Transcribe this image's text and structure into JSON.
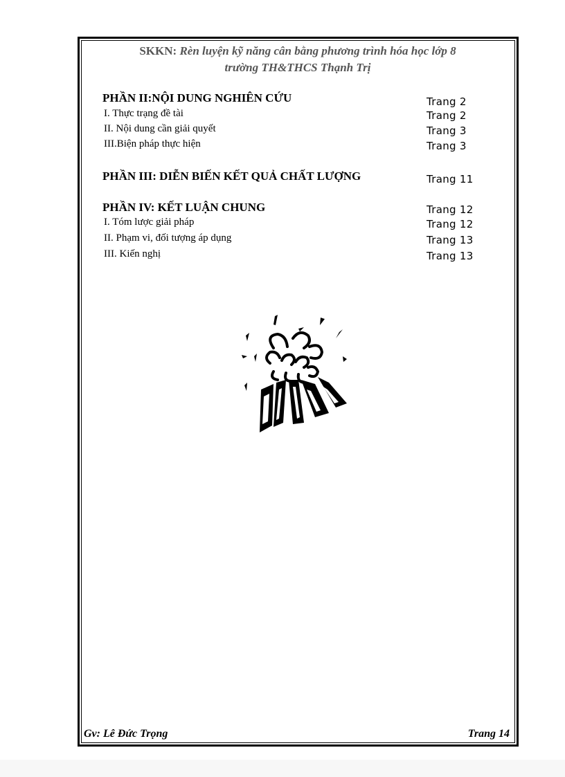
{
  "header": {
    "prefix": "SKKN:",
    "title_line1": "Rèn luyện kỹ năng cân bằng phương trình hóa học lớp 8",
    "title_line2": "trường TH&THCS Thạnh Trị"
  },
  "toc": [
    {
      "type": "section",
      "label": "PHẦN II:NỘI DUNG NGHIÊN CỨU",
      "page": "Trang 2"
    },
    {
      "type": "item",
      "label": "I.  Thực trạng đề tài",
      "page": "Trang 2"
    },
    {
      "type": "item",
      "label": "II. Nội dung cần giải  quyết",
      "page": "Trang 3"
    },
    {
      "type": "item",
      "label": "III.Biện  pháp thực hiện",
      "page": "Trang 3"
    },
    {
      "type": "section",
      "label": "PHẦN III: DIỄN BIẾN KẾT QUẢ CHẤT LƯỢNG",
      "page": "Trang 11"
    },
    {
      "type": "section",
      "label": "PHẦN IV: KẾT LUẬN  CHUNG",
      "page": "Trang 12"
    },
    {
      "type": "item",
      "label": "I.  Tóm lược giải  pháp",
      "page": "Trang 12"
    },
    {
      "type": "item",
      "label": "II. Phạm vi,  đối tượng áp dụng",
      "page": "Trang 13"
    },
    {
      "type": "item",
      "label": "III. Kiến  nghị",
      "page": "Trang 13"
    }
  ],
  "footer": {
    "author": "Gv: Lê Đức Trọng",
    "page": "Trang 14"
  }
}
